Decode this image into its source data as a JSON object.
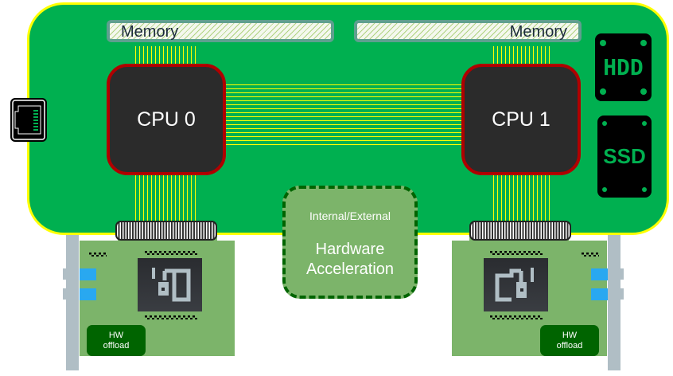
{
  "diagram": {
    "title": "Server hardware acceleration overview",
    "colors": {
      "board": "#00b050",
      "board_border": "#ffff00",
      "cpu_fill": "#2b2b2b",
      "cpu_border": "#b00000",
      "accel_fill": "#7cb46a",
      "accel_border": "#006400",
      "hw_badge": "#006400",
      "nic_port": "#29a8f0"
    },
    "memory": [
      {
        "label": "Memory"
      },
      {
        "label": "Memory"
      }
    ],
    "cpus": [
      {
        "label": "CPU 0"
      },
      {
        "label": "CPU 1"
      }
    ],
    "storage": [
      {
        "label": "HDD",
        "icon": "hdd-icon"
      },
      {
        "label": "SSD",
        "icon": "ssd-icon"
      }
    ],
    "network_port": {
      "icon": "ethernet-port-icon"
    },
    "accelerator": {
      "subtitle": "Internal/External",
      "title_line1": "Hardware",
      "title_line2": "Acceleration"
    },
    "cards": [
      {
        "badge_line1": "HW",
        "badge_line2": "offload",
        "icon": "fpga-chip-icon"
      },
      {
        "badge_line1": "HW",
        "badge_line2": "offload",
        "icon": "fpga-chip-icon"
      }
    ]
  }
}
